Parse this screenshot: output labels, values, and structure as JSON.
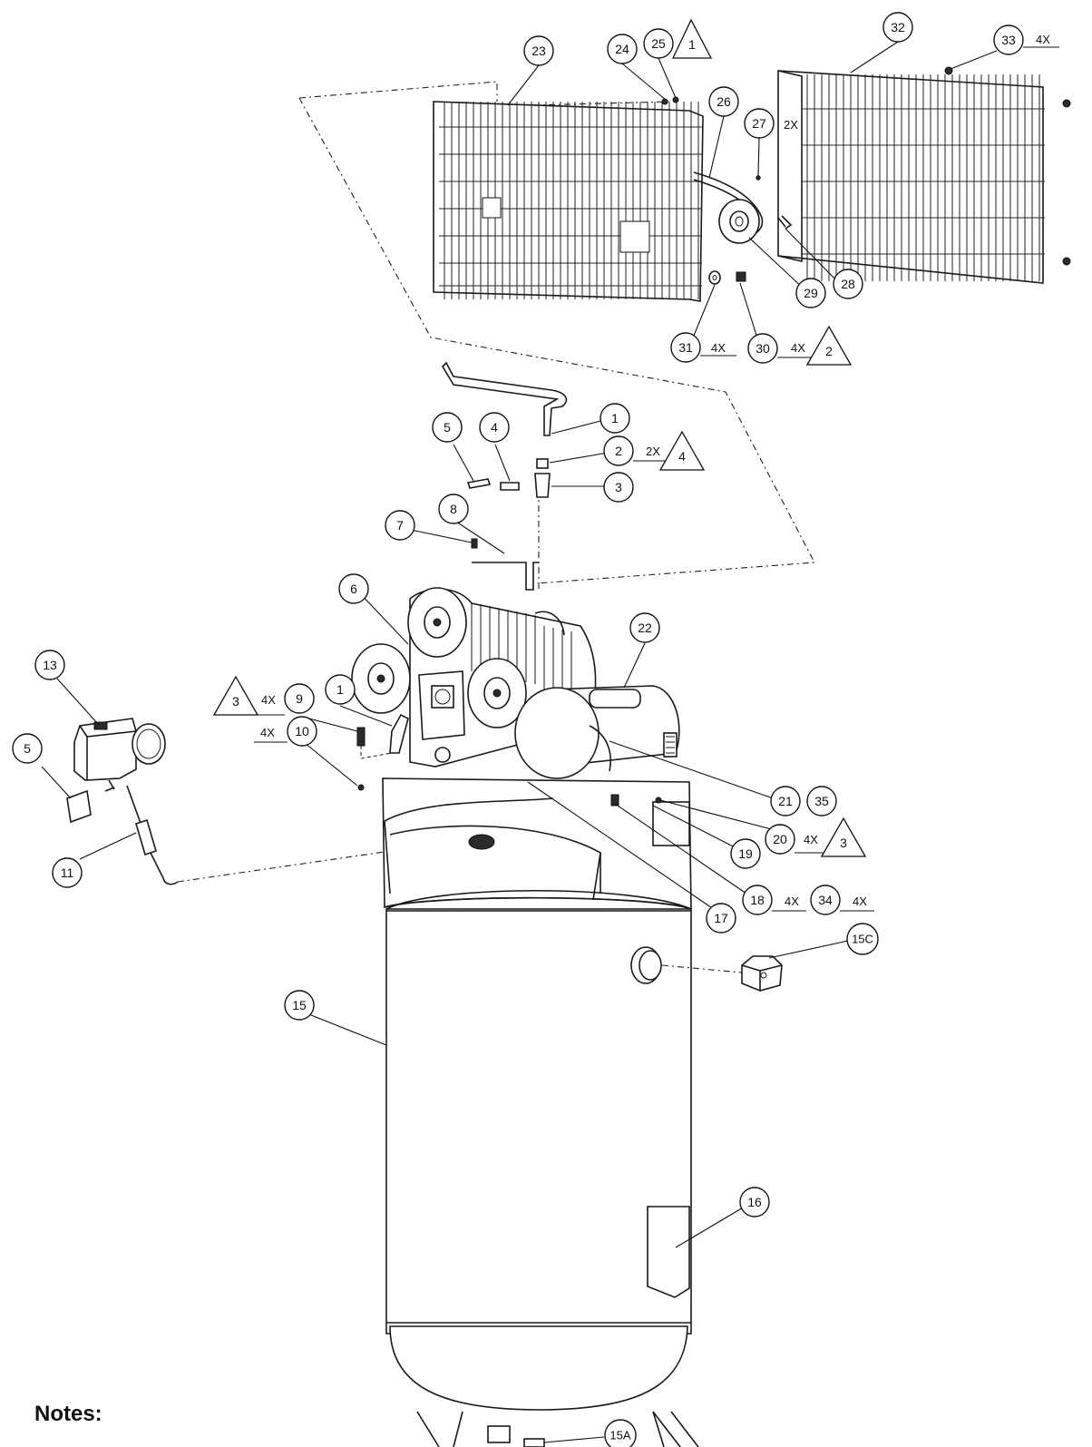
{
  "notes_heading": "Notes:",
  "callouts": [
    {
      "id": "23",
      "label": "23"
    },
    {
      "id": "24",
      "label": "24"
    },
    {
      "id": "25",
      "label": "25",
      "qty": "",
      "note": "1"
    },
    {
      "id": "26",
      "label": "26"
    },
    {
      "id": "27",
      "label": "27",
      "qty": "2X"
    },
    {
      "id": "32",
      "label": "32"
    },
    {
      "id": "33",
      "label": "33",
      "qty": "4X"
    },
    {
      "id": "28",
      "label": "28"
    },
    {
      "id": "29",
      "label": "29"
    },
    {
      "id": "31",
      "label": "31",
      "qty": "4X"
    },
    {
      "id": "30",
      "label": "30",
      "qty": "4X",
      "note": "2"
    },
    {
      "id": "1a",
      "label": "1"
    },
    {
      "id": "2",
      "label": "2",
      "qty": "2X",
      "note": "4"
    },
    {
      "id": "3",
      "label": "3"
    },
    {
      "id": "4",
      "label": "4"
    },
    {
      "id": "5a",
      "label": "5"
    },
    {
      "id": "7",
      "label": "7"
    },
    {
      "id": "8",
      "label": "8"
    },
    {
      "id": "6",
      "label": "6"
    },
    {
      "id": "22",
      "label": "22"
    },
    {
      "id": "13",
      "label": "13"
    },
    {
      "id": "5b",
      "label": "5"
    },
    {
      "id": "9",
      "label": "9",
      "qty": "4X",
      "note": "3"
    },
    {
      "id": "1b",
      "label": "1"
    },
    {
      "id": "10",
      "label": "10",
      "qty": "4X"
    },
    {
      "id": "11",
      "label": "11"
    },
    {
      "id": "21",
      "label": "21"
    },
    {
      "id": "35",
      "label": "35"
    },
    {
      "id": "20",
      "label": "20",
      "qty": "4X",
      "note": "3"
    },
    {
      "id": "19",
      "label": "19"
    },
    {
      "id": "18",
      "label": "18",
      "qty": "4X"
    },
    {
      "id": "34",
      "label": "34",
      "qty": "4X"
    },
    {
      "id": "17",
      "label": "17"
    },
    {
      "id": "15C",
      "label": "15C"
    },
    {
      "id": "15",
      "label": "15"
    },
    {
      "id": "16",
      "label": "16"
    },
    {
      "id": "15A",
      "label": "15A"
    }
  ]
}
